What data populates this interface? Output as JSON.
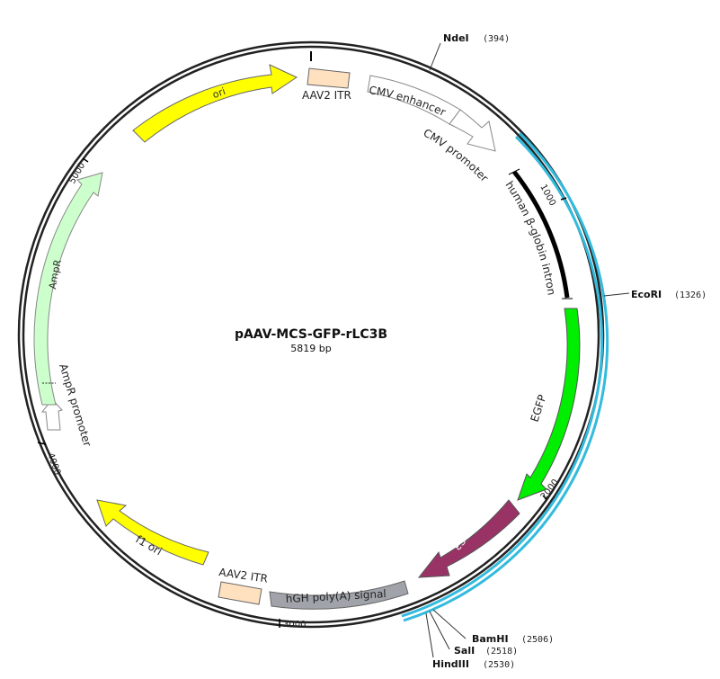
{
  "plasmid": {
    "name": "pAAV-MCS-GFP-rLC3B",
    "size": "5819 bp"
  },
  "features": [
    {
      "id": "ori",
      "label": "ori",
      "color": "#ffff00",
      "label_color": "#333333"
    },
    {
      "id": "aav2-itr-left",
      "label": "AAV2 ITR",
      "color": "#ffe0bf",
      "label_color": "#333333"
    },
    {
      "id": "cmv-enhancer",
      "label": "CMV enhancer",
      "color": "#ffffff",
      "label_color": "#333333"
    },
    {
      "id": "cmv-promoter",
      "label": "CMV promoter",
      "color": "#ffffff",
      "label_color": "#333333"
    },
    {
      "id": "globin-intron",
      "label": "human β-globin intron",
      "color": "#000000",
      "label_color": "#333333"
    },
    {
      "id": "egfp",
      "label": "EGFP",
      "color": "#00ee00",
      "label_color": "#333333"
    },
    {
      "id": "rat-lc3",
      "label": "rat LC3",
      "color": "#993366",
      "label_color": "#ffffff"
    },
    {
      "id": "hgh-polya",
      "label": "hGH poly(A) signal",
      "color": "#999999",
      "label_color": "#111111"
    },
    {
      "id": "aav2-itr-right",
      "label": "AAV2 ITR",
      "color": "#ffe0bf",
      "label_color": "#333333"
    },
    {
      "id": "f1-ori",
      "label": "f1 ori",
      "color": "#ffff00",
      "label_color": "#333333"
    },
    {
      "id": "ampr-promoter",
      "label": "AmpR promoter",
      "color": "#ffffff",
      "label_color": "#333333"
    },
    {
      "id": "ampr",
      "label": "AmpR",
      "color": "#ccffcc",
      "label_color": "#333333"
    }
  ],
  "sites": [
    {
      "name": "NdeI",
      "position": "(394)"
    },
    {
      "name": "EcoRI",
      "position": "(1326)"
    },
    {
      "name": "BamHI",
      "position": "(2506)"
    },
    {
      "name": "SalI",
      "position": "(2518)"
    },
    {
      "name": "HindIII",
      "position": "(2530)"
    }
  ],
  "ticks": [
    "1000",
    "2000",
    "3000",
    "4000",
    "5000"
  ],
  "colors": {
    "insert_highlight": "#33bbdd",
    "backbone": "#222222"
  }
}
